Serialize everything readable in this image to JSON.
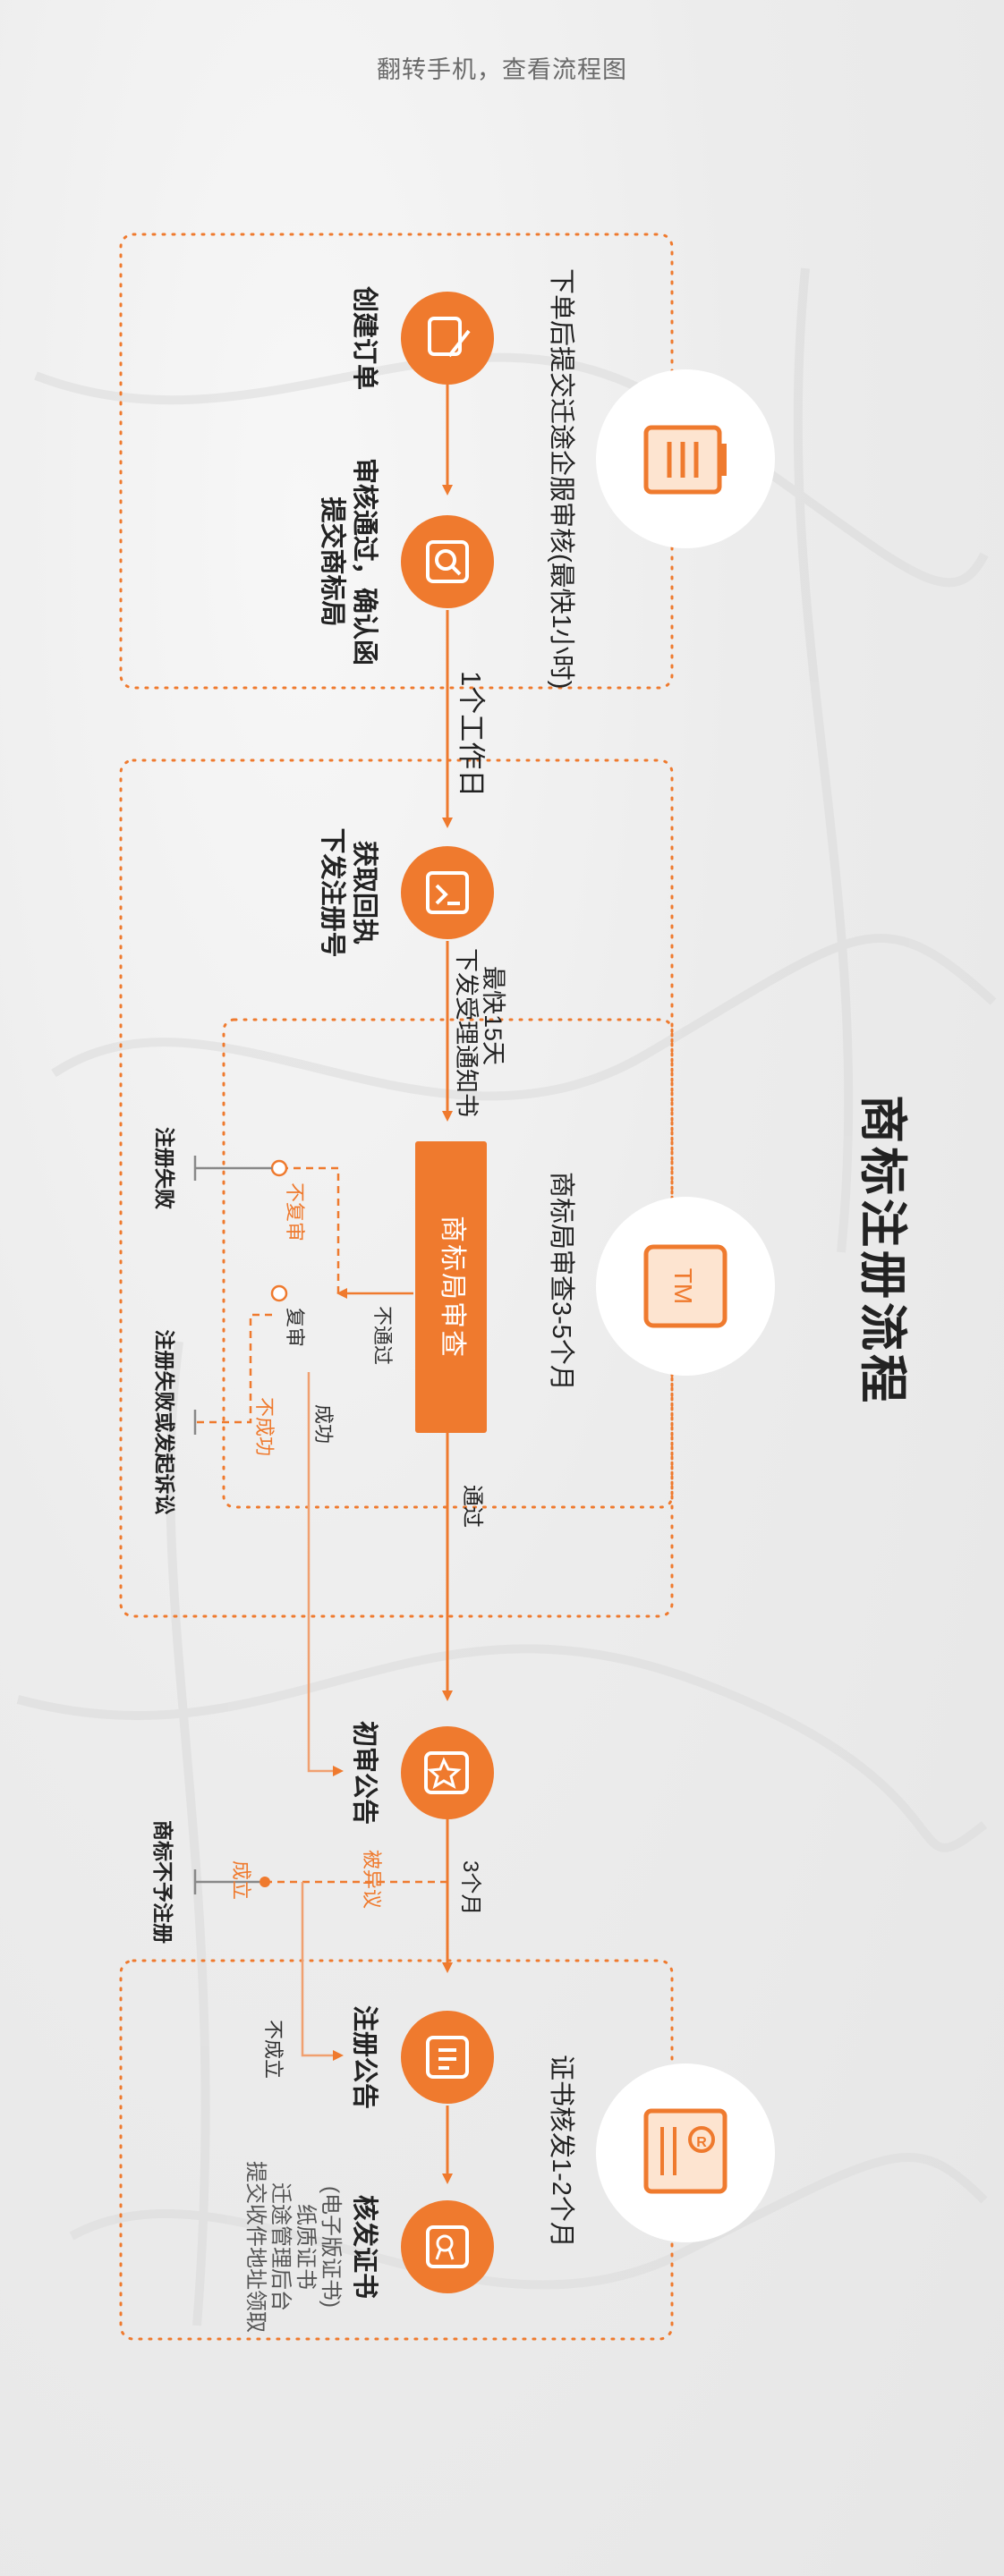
{
  "hint": "翻转手机，查看流程图",
  "title": "商标注册流程",
  "accent": "#ef7a2e",
  "sections": [
    {
      "id": "s1",
      "label": "下单后提交迁途企服审核(最快1小时)",
      "icon": "list-doc-icon"
    },
    {
      "id": "s2",
      "label": "商标局审查3-5个月",
      "icon": "tm-icon"
    },
    {
      "id": "s3",
      "label": "证书核发1-2个月",
      "icon": "certificate-icon"
    }
  ],
  "steps": {
    "create_order": "创建订单",
    "review_line1": "审核通过，确认函",
    "review_line2": "提交商标局",
    "receipt_line1": "获取回执",
    "receipt_line2": "下发注册号",
    "examine": "商标局审查",
    "prelim": "初审公告",
    "reg_notice": "注册公告",
    "cert": "核发证书"
  },
  "cert_notes": [
    "(电子版证书)",
    "纸质证书",
    "迁途管理后台",
    "提交收件地址领取"
  ],
  "edges": {
    "one_day": "1个工作日",
    "fast15_line1": "最快15天",
    "fast15_line2": "下发受理通知书",
    "pass": "通过",
    "reject": "不通过",
    "no_review": "不复审",
    "review": "复审",
    "fail": "不成功",
    "success": "成功",
    "opposed": "被异议",
    "three_months": "3个月",
    "established": "成立",
    "not_established": "不成立"
  },
  "outcomes": {
    "reg_fail": "注册失败",
    "reg_fail_suit": "注册失败或发起诉讼",
    "not_registered": "商标不予注册"
  }
}
